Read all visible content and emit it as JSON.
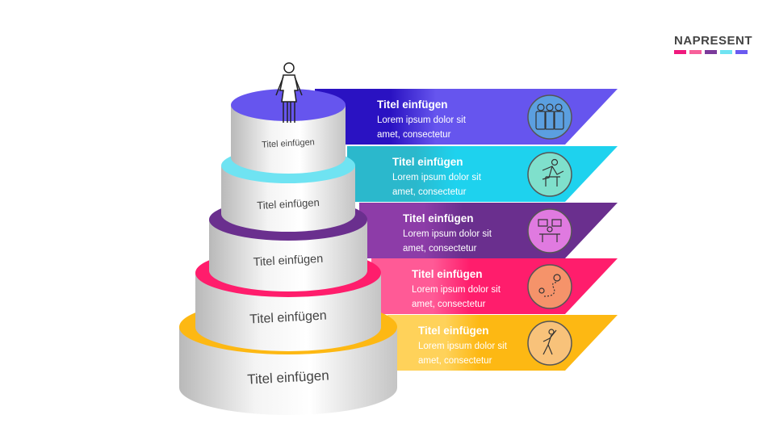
{
  "logo": {
    "text": "NAPRESENT",
    "swatches": [
      "#f0197d",
      "#f7609a",
      "#7b3a9b",
      "#6fe3f2",
      "#6a5af0"
    ]
  },
  "bands": [
    {
      "title": "Titel einfügen",
      "line1": "Lorem ipsum dolor sit",
      "line2": "amet, consectetur",
      "color": "#6655ee",
      "dark": "#2a12c2",
      "icon": "team-icon",
      "icon_bg": "#5b9fe0"
    },
    {
      "title": "Titel einfügen",
      "line1": "Lorem ipsum dolor sit",
      "line2": "amet, consectetur",
      "color": "#1ed2ee",
      "dark": "#2bb8cc",
      "icon": "hurdle-runner-icon",
      "icon_bg": "#7fe0cc"
    },
    {
      "title": "Titel einfügen",
      "line1": "Lorem ipsum dolor sit",
      "line2": "amet, consectetur",
      "color": "#6a2f8e",
      "dark": "#8d3ca8",
      "icon": "meeting-icon",
      "icon_bg": "#e07ae0"
    },
    {
      "title": "Titel einfügen",
      "line1": "Lorem ipsum dolor sit",
      "line2": "amet, consectetur",
      "color": "#ff1d6c",
      "dark": "#ff5a96",
      "icon": "route-icon",
      "icon_bg": "#f5936a"
    },
    {
      "title": "Titel einfügen",
      "line1": "Lorem ipsum dolor sit",
      "line2": "amet, consectetur",
      "color": "#fdb813",
      "dark": "#ffd25a",
      "icon": "climber-icon",
      "icon_bg": "#f8c27a"
    }
  ],
  "tiers": [
    "Titel einfügen",
    "Titel einfügen",
    "Titel einfügen",
    "Titel einfügen",
    "Titel einfügen"
  ]
}
